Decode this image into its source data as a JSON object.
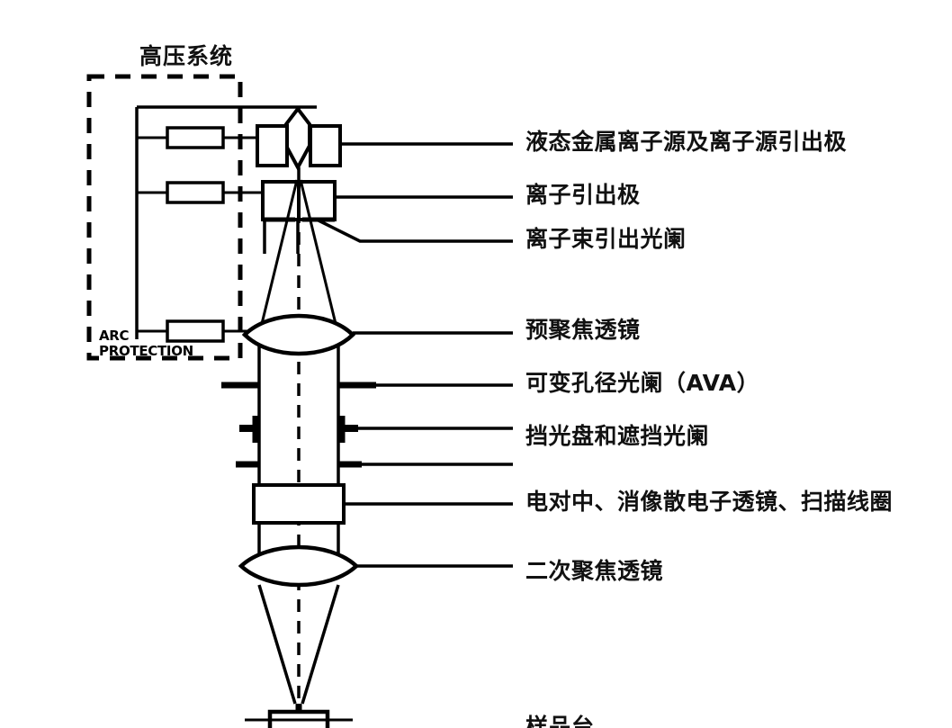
{
  "figure": {
    "kind": "technical-schematic",
    "subject": "Focused Ion Beam (FIB) column schematic",
    "background_color": "#ffffff",
    "ink_color": "#000000"
  },
  "hv_block": {
    "title": "高压系统",
    "arc_protection_line1": "ARC",
    "arc_protection_line2": "PROTECTION",
    "resistor_count": 3
  },
  "labels": [
    {
      "id": "lmis",
      "text": "液态金属离子源及离子源引出极"
    },
    {
      "id": "extractor",
      "text": "离子引出极"
    },
    {
      "id": "beam-defining-aperture",
      "text": "离子束引出光阑"
    },
    {
      "id": "condenser",
      "text": "预聚焦透镜"
    },
    {
      "id": "ava",
      "text": "可变孔径光阑（AVA）"
    },
    {
      "id": "blanking",
      "text": "挡光盘和遮挡光阑"
    },
    {
      "id": "stig-scan",
      "text": "电对中、消像散电子透镜、扫描线圈"
    },
    {
      "id": "objective",
      "text": "二次聚焦透镜"
    },
    {
      "id": "stage",
      "text": "样品台"
    }
  ],
  "components": [
    {
      "id": "ion-source-emitter",
      "name": "液态金属离子源发射尖"
    },
    {
      "id": "source-extractor",
      "name": "离子源引出极"
    },
    {
      "id": "extractor-electrode",
      "name": "离子引出极"
    },
    {
      "id": "condenser-lens",
      "name": "预聚焦透镜"
    },
    {
      "id": "variable-aperture",
      "name": "可变孔径光阑"
    },
    {
      "id": "blanking-plates",
      "name": "挡光盘和遮挡光阑"
    },
    {
      "id": "scan-coil-box",
      "name": "扫描线圈"
    },
    {
      "id": "objective-lens",
      "name": "二次聚焦透镜"
    },
    {
      "id": "sample-stage",
      "name": "样品台"
    }
  ]
}
